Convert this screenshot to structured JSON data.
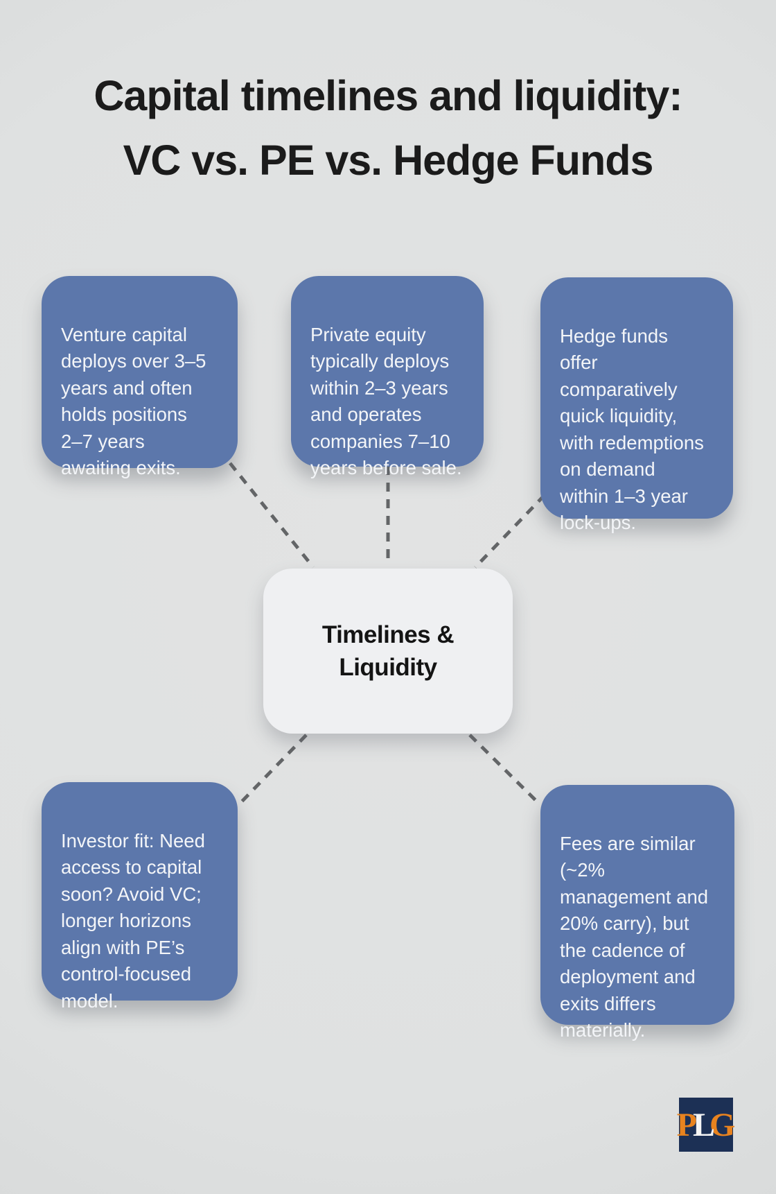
{
  "title": {
    "line1": "Capital timelines and liquidity:",
    "line2": "VC vs. PE vs. Hedge Funds"
  },
  "center_node": {
    "label_lines": [
      "Timelines &",
      "Liquidity"
    ]
  },
  "info_boxes": [
    {
      "id": "venture-capital",
      "lines": [
        "Venture capital",
        "deploys over 3–5",
        "years and often",
        "holds positions",
        "2–7 years",
        "awaiting exits."
      ]
    },
    {
      "id": "private-equity",
      "lines": [
        "Private equity",
        "typically deploys",
        "within 2–3 years",
        "and operates",
        "companies 7–10",
        "years before sale."
      ]
    },
    {
      "id": "hedge-funds",
      "lines": [
        "Hedge funds",
        "offer",
        "comparatively",
        "quick liquidity,",
        "with redemptions",
        "on demand",
        "within 1–3 year",
        "lock-ups."
      ]
    },
    {
      "id": "investor-fit",
      "lines": [
        "Investor fit: Need",
        "access to capital",
        "soon? Avoid VC;",
        "longer horizons",
        "align with PE’s",
        "control-focused",
        "model."
      ]
    },
    {
      "id": "fees",
      "lines": [
        "Fees are similar",
        "(~2%",
        "management and",
        "20% carry), but",
        "the cadence of",
        "deployment and",
        "exits differs",
        "materially."
      ]
    }
  ],
  "logo": {
    "p": "P",
    "l": "L",
    "g": "G"
  },
  "colors": {
    "background": "#dfe1e1",
    "box_fill": "#5c77ab",
    "box_text": "#f3f5f8",
    "center_fill": "#eff0f2",
    "center_text": "#141414",
    "connector": "#636567",
    "title_color": "#1b1b1b",
    "logo_navy": "#1c3055",
    "logo_orange": "#e8831f",
    "logo_white": "#f4f4f4"
  }
}
